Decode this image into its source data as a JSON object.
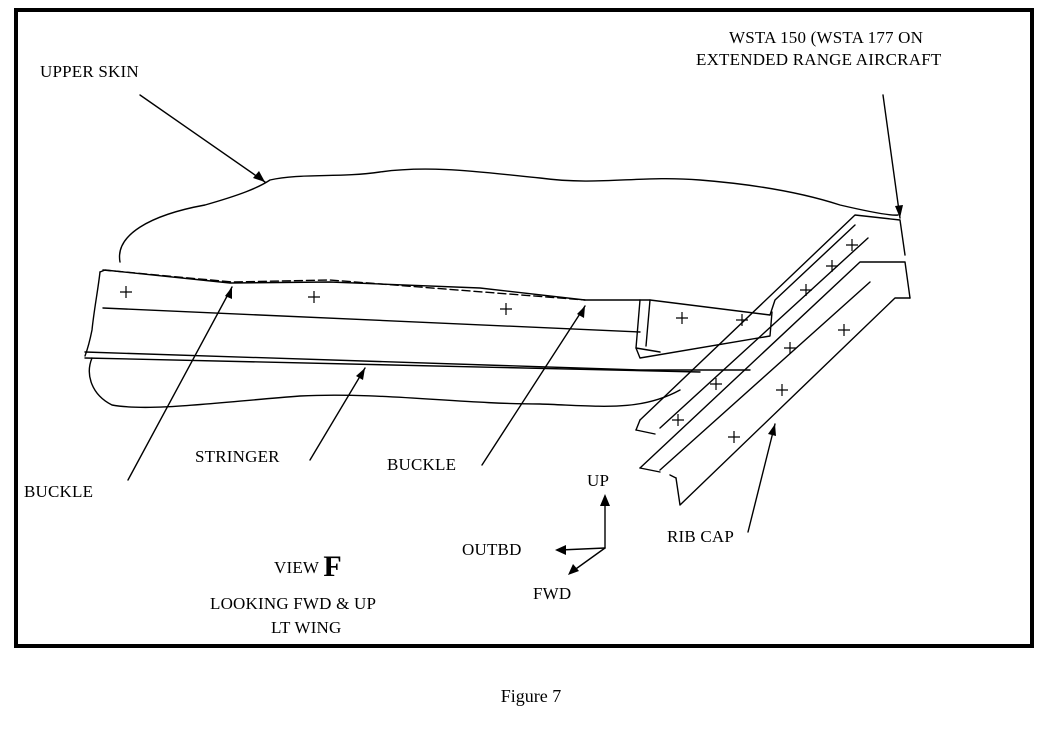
{
  "labels": {
    "upper_skin": "UPPER SKIN",
    "wsta_line1": "WSTA 150 (WSTA 177 ON",
    "wsta_line2": "EXTENDED RANGE AIRCRAFT",
    "buckle_left": "BUCKLE",
    "stringer": "STRINGER",
    "buckle_right": "BUCKLE",
    "rib_cap": "RIB CAP",
    "up": "UP",
    "outbd": "OUTBD",
    "fwd": "FWD",
    "view_prefix": "VIEW",
    "view_letter": "F",
    "view_line2": "LOOKING FWD & UP",
    "view_line3": "LT WING"
  },
  "caption": "Figure 7"
}
